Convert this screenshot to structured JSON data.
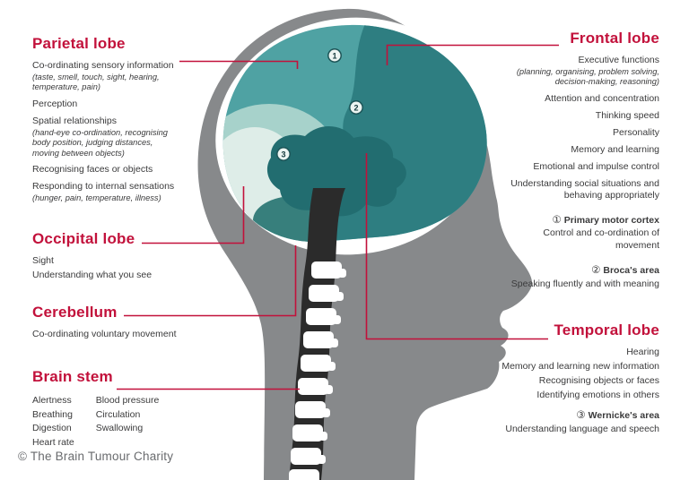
{
  "diagram": {
    "markers": [
      "1",
      "2",
      "3"
    ],
    "colors": {
      "accent_red": "#c2113b",
      "head_gray": "#87898b",
      "skull_white": "#ffffff",
      "parietal_teal": "#4fa2a3",
      "light_band_teal": "#a7d2cb",
      "occipital_mint": "#deede8",
      "frontal_teal": "#2e7e81",
      "temporal_teal": "#226d70",
      "cerebellum_teal": "#377f7c",
      "stem_black": "#2b2b2b"
    }
  },
  "left": {
    "parietal": {
      "title": "Parietal lobe",
      "items": [
        {
          "text": "Co-ordinating sensory information",
          "detail": "(taste, smell, touch, sight, hearing, temperature, pain)"
        },
        {
          "text": "Perception"
        },
        {
          "text": "Spatial relationships",
          "detail": "(hand-eye co-ordination, recognising body position, judging distances, moving between objects)"
        },
        {
          "text": "Recognising faces or objects"
        },
        {
          "text": "Responding to internal sensations",
          "detail": "(hunger, pain, temperature, illness)"
        }
      ]
    },
    "occipital": {
      "title": "Occipital lobe",
      "items": [
        {
          "text": "Sight"
        },
        {
          "text": "Understanding what you see"
        }
      ]
    },
    "cerebellum": {
      "title": "Cerebellum",
      "items": [
        {
          "text": "Co-ordinating voluntary movement"
        }
      ]
    },
    "brainstem": {
      "title": "Brain stem",
      "column1": [
        "Alertness",
        "Breathing",
        "Digestion",
        "Heart rate"
      ],
      "column2": [
        "Blood pressure",
        "Circulation",
        "Swallowing"
      ]
    }
  },
  "right": {
    "frontal": {
      "title": "Frontal lobe",
      "items": [
        {
          "text": "Executive functions",
          "detail": "(planning, organising, problem solving, decision-making, reasoning)"
        },
        {
          "text": "Attention and concentration"
        },
        {
          "text": "Thinking speed"
        },
        {
          "text": "Personality"
        },
        {
          "text": "Memory and learning"
        },
        {
          "text": "Emotional and impulse control"
        },
        {
          "text": "Understanding social situations and behaving appropriately"
        }
      ],
      "areas": [
        {
          "number": "①",
          "name": "Primary motor cortex",
          "description": "Control and co-ordination of movement"
        },
        {
          "number": "②",
          "name": "Broca's area",
          "description": "Speaking fluently and with meaning"
        }
      ]
    },
    "temporal": {
      "title": "Temporal lobe",
      "items": [
        {
          "text": "Hearing"
        },
        {
          "text": "Memory and learning new information"
        },
        {
          "text": "Recognising objects or faces"
        },
        {
          "text": "Identifying emotions in others"
        }
      ],
      "areas": [
        {
          "number": "③",
          "name": "Wernicke's area",
          "description": "Understanding language and speech"
        }
      ]
    }
  },
  "footer": {
    "credit": "© The Brain Tumour Charity"
  }
}
